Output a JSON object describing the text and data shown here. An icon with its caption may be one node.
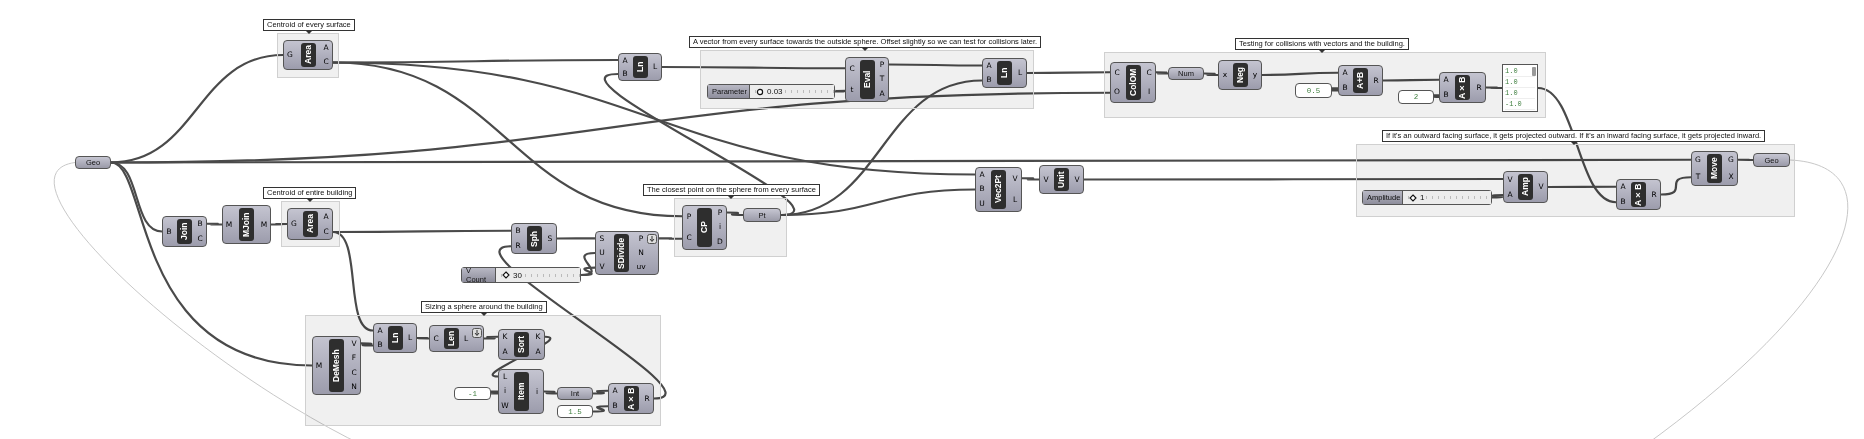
{
  "diagram": {
    "nodes": [
      {
        "text": [
          "Geo"
        ]
      },
      {
        "text": [
          "Centroid of every surface"
        ]
      },
      {
        "text": [
          "Area",
          "G",
          "A",
          "C"
        ],
        "in": 1
      },
      {
        "text": [
          "Join",
          "B",
          "B",
          "C"
        ]
      },
      {
        "text": [
          "MJoin",
          "M",
          "M"
        ]
      },
      {
        "text": [
          "Centroid of entire building"
        ]
      },
      {
        "text": [
          "Area",
          "G",
          "A",
          "C"
        ],
        "in": 5
      },
      {
        "text": [
          "Sizing a sphere around the building"
        ]
      },
      {
        "text": [
          "DeMesh",
          "M",
          "V",
          "F",
          "C",
          "N"
        ],
        "in": 7
      },
      {
        "text": [
          "Ln",
          "A",
          "B",
          "L"
        ],
        "in": 7
      },
      {
        "text": [
          "Len",
          "C",
          "L"
        ],
        "in": 7
      },
      {
        "text": [
          "Sort",
          "K",
          "A",
          "K",
          "A"
        ],
        "in": 7
      },
      {
        "text": [
          "Item",
          "L",
          "i",
          "W",
          "i"
        ],
        "in": 7
      },
      {
        "text": [
          "-1"
        ],
        "in": 7
      },
      {
        "text": [
          "Int"
        ],
        "in": 7
      },
      {
        "text": [
          "1.5"
        ],
        "in": 7
      },
      {
        "text": [
          "A×B",
          "A",
          "B",
          "R"
        ],
        "in": 7
      },
      {
        "text": [
          "Ln",
          "A",
          "B",
          "L"
        ]
      },
      {
        "text": [
          "Sph",
          "B",
          "R",
          "S"
        ]
      },
      {
        "text": [
          "V Count",
          "30"
        ]
      },
      {
        "text": [
          "SDivide",
          "S",
          "U",
          "V",
          "P",
          "N",
          "uv"
        ]
      },
      {
        "text": [
          "The closest point on the sphere from every surface"
        ]
      },
      {
        "text": [
          "CP",
          "P",
          "C",
          "P",
          "i",
          "D"
        ],
        "in": 21
      },
      {
        "text": [
          "Pt"
        ],
        "in": 21
      },
      {
        "text": [
          "A vector from every surface towards the outside sphere. Offset slightly so we can test for collisions later."
        ]
      },
      {
        "text": [
          "Parameter",
          "0.03"
        ],
        "in": 24
      },
      {
        "text": [
          "Eval",
          "C",
          "t",
          "P",
          "T",
          "A"
        ],
        "in": 24
      },
      {
        "text": [
          "Ln",
          "A",
          "B",
          "L"
        ],
        "in": 24
      },
      {
        "text": [
          "Vec2Pt",
          "A",
          "B",
          "U",
          "V",
          "L"
        ]
      },
      {
        "text": [
          "Unit",
          "V",
          "V"
        ]
      },
      {
        "text": [
          "Testing for collisions with vectors and the building."
        ]
      },
      {
        "text": [
          "ColOM",
          "C",
          "O",
          "C",
          "I"
        ],
        "in": 30
      },
      {
        "text": [
          "Num"
        ],
        "in": 30
      },
      {
        "text": [
          "Neg",
          "x",
          "y"
        ],
        "in": 30
      },
      {
        "text": [
          "0.5"
        ],
        "in": 30
      },
      {
        "text": [
          "A+B",
          "A",
          "B",
          "R"
        ],
        "in": 30
      },
      {
        "text": [
          "2"
        ],
        "in": 30
      },
      {
        "text": [
          "A×B",
          "A",
          "B",
          "R"
        ],
        "in": 30
      },
      {
        "text": [
          "1.0",
          "1.0",
          "1.0",
          "-1.0"
        ],
        "in": 30
      },
      {
        "text": [
          "If it's an outward facing surface, it gets projected outward. If it's an inward facing surface, it gets projected inward."
        ]
      },
      {
        "text": [
          "Amplitude",
          "1"
        ],
        "in": 39
      },
      {
        "text": [
          "Amp",
          "V",
          "A",
          "V"
        ],
        "in": 39
      },
      {
        "text": [
          "A×B",
          "A",
          "B",
          "R"
        ],
        "in": 39
      },
      {
        "text": [
          "Move",
          "G",
          "T",
          "G",
          "X"
        ],
        "in": 39
      },
      {
        "text": [
          "Geo"
        ],
        "in": 39
      }
    ],
    "edges": [
      {
        "from": 0,
        "to": 2,
        "arrow": "none"
      },
      {
        "from": 0,
        "to": 3,
        "arrow": "none"
      },
      {
        "from": 0,
        "to": 8,
        "arrow": "none"
      },
      {
        "from": 0,
        "to": 31,
        "arrow": "none"
      },
      {
        "from": 0,
        "to": 43,
        "arrow": "none"
      },
      {
        "from": 2,
        "to": 17,
        "arrow": "none"
      },
      {
        "from": 2,
        "to": 22,
        "arrow": "none"
      },
      {
        "from": 2,
        "to": 28,
        "arrow": "none"
      },
      {
        "from": 23,
        "to": 17,
        "arrow": "none"
      },
      {
        "from": 17,
        "to": 26,
        "arrow": "none"
      },
      {
        "from": 25,
        "to": 26,
        "arrow": "none"
      },
      {
        "from": 26,
        "to": 27,
        "arrow": "none"
      },
      {
        "from": 23,
        "to": 27,
        "arrow": "none"
      },
      {
        "from": 23,
        "to": 28,
        "arrow": "none"
      },
      {
        "from": 27,
        "to": 31,
        "arrow": "none"
      },
      {
        "from": 31,
        "to": 32,
        "arrow": "none"
      },
      {
        "from": 32,
        "to": 33,
        "arrow": "none"
      },
      {
        "from": 33,
        "to": 35,
        "arrow": "none"
      },
      {
        "from": 34,
        "to": 35,
        "arrow": "none"
      },
      {
        "from": 35,
        "to": 37,
        "arrow": "none"
      },
      {
        "from": 36,
        "to": 37,
        "arrow": "none"
      },
      {
        "from": 37,
        "to": 38,
        "arrow": "none"
      },
      {
        "from": 38,
        "to": 42,
        "arrow": "none"
      },
      {
        "from": 28,
        "to": 29,
        "arrow": "none"
      },
      {
        "from": 29,
        "to": 41,
        "arrow": "none"
      },
      {
        "from": 40,
        "to": 41,
        "arrow": "none"
      },
      {
        "from": 41,
        "to": 42,
        "arrow": "none"
      },
      {
        "from": 42,
        "to": 43,
        "arrow": "none"
      },
      {
        "from": 43,
        "to": 44,
        "arrow": "none"
      },
      {
        "from": 44,
        "to": 0,
        "arrow": "none",
        "color": "#c8c8c8"
      },
      {
        "from": 3,
        "to": 4,
        "arrow": "none"
      },
      {
        "from": 4,
        "to": 6,
        "arrow": "none"
      },
      {
        "from": 6,
        "to": 18,
        "arrow": "none"
      },
      {
        "from": 6,
        "to": 9,
        "arrow": "none"
      },
      {
        "from": 8,
        "to": 9,
        "arrow": "none"
      },
      {
        "from": 9,
        "to": 10,
        "arrow": "none"
      },
      {
        "from": 10,
        "to": 11,
        "arrow": "none"
      },
      {
        "from": 11,
        "to": 12,
        "arrow": "none"
      },
      {
        "from": 13,
        "to": 12,
        "arrow": "none"
      },
      {
        "from": 12,
        "to": 14,
        "arrow": "none"
      },
      {
        "from": 14,
        "to": 16,
        "arrow": "none"
      },
      {
        "from": 15,
        "to": 16,
        "arrow": "none"
      },
      {
        "from": 16,
        "to": 18,
        "arrow": "none"
      },
      {
        "from": 18,
        "to": 20,
        "arrow": "none"
      },
      {
        "from": 19,
        "to": 20,
        "arrow": "none"
      },
      {
        "from": 19,
        "to": 20,
        "arrow": "none"
      },
      {
        "from": 20,
        "to": 22,
        "arrow": "none"
      },
      {
        "from": 22,
        "to": 23,
        "arrow": "none"
      }
    ]
  }
}
